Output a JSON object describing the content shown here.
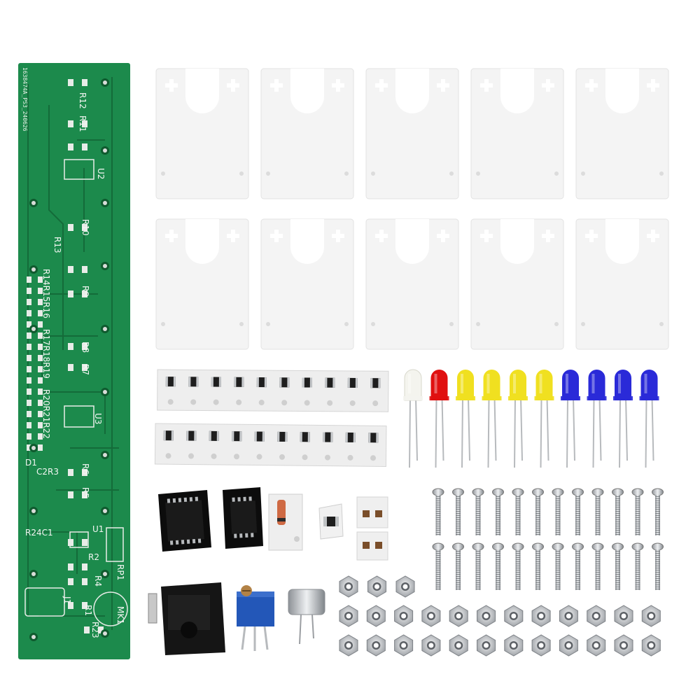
{
  "pcb": {
    "board_id": "1638474A_PS3_240626",
    "labels": [
      {
        "id": "r12",
        "text": "R12"
      },
      {
        "id": "r11",
        "text": "R11"
      },
      {
        "id": "u2",
        "text": "U2"
      },
      {
        "id": "r10",
        "text": "R10"
      },
      {
        "id": "r13",
        "text": "R13"
      },
      {
        "id": "r9",
        "text": "R9"
      },
      {
        "id": "r14",
        "text": "R14R15R16"
      },
      {
        "id": "r17",
        "text": "R17R18R19"
      },
      {
        "id": "r8",
        "text": "R8"
      },
      {
        "id": "r7",
        "text": "R7"
      },
      {
        "id": "r20",
        "text": "R20R21R22"
      },
      {
        "id": "u3",
        "text": "U3"
      },
      {
        "id": "d1",
        "text": "D1"
      },
      {
        "id": "c2r3",
        "text": "C2R3"
      },
      {
        "id": "r6",
        "text": "R6"
      },
      {
        "id": "r5",
        "text": "R5"
      },
      {
        "id": "r24c1",
        "text": "R24C1"
      },
      {
        "id": "u1",
        "text": "U1"
      },
      {
        "id": "r2",
        "text": "R2"
      },
      {
        "id": "rp1",
        "text": "RP1"
      },
      {
        "id": "r4",
        "text": "R4"
      },
      {
        "id": "j1",
        "text": "J1"
      },
      {
        "id": "r1",
        "text": "R1"
      },
      {
        "id": "mk1",
        "text": "MK1"
      },
      {
        "id": "r23",
        "text": "R23"
      }
    ]
  },
  "colors": {
    "pcb": "#1c8a4c",
    "pcb_dark": "#146b39",
    "acrylic": "#f4f4f4",
    "led_white": "#f4f4ee",
    "led_red": "#e01010",
    "led_yellow": "#f0e020",
    "led_blue": "#2a2ad8"
  },
  "leds": [
    "white",
    "red",
    "yellow",
    "yellow",
    "yellow",
    "yellow",
    "blue",
    "blue",
    "blue",
    "blue"
  ],
  "counts": {
    "acrylic_plates": 10,
    "screws": 24,
    "nuts": 27,
    "smd_tape_cells": 20
  }
}
